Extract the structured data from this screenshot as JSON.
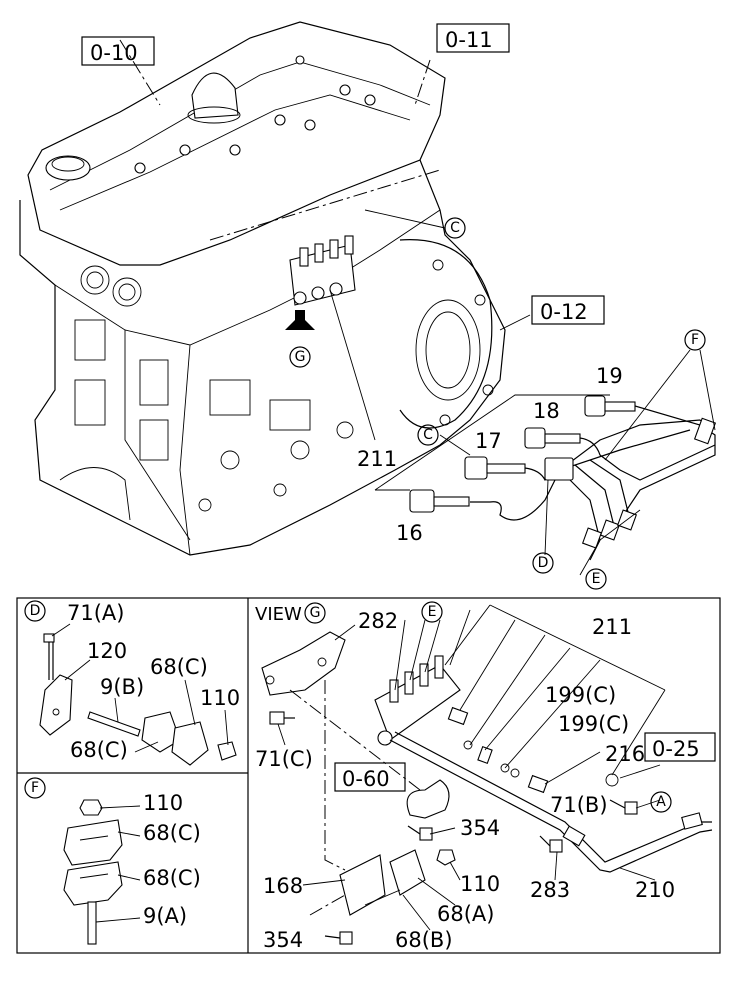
{
  "refs": {
    "r010": "0-10",
    "r011": "0-11",
    "r012": "0-12",
    "r025": "0-25",
    "r060": "0-60"
  },
  "circles": {
    "C": "C",
    "G": "G",
    "F": "F",
    "D": "D",
    "E": "E",
    "A": "A"
  },
  "upper": {
    "p19": "19",
    "p18": "18",
    "p17": "17",
    "p16": "16",
    "p211": "211"
  },
  "panelD": {
    "p71a": "71(A)",
    "p120": "120",
    "p9b": "9(B)",
    "p68c_top": "68(C)",
    "p110": "110",
    "p68c_bottom": "68(C)"
  },
  "panelF": {
    "p110": "110",
    "p68c_top": "68(C)",
    "p68c_bottom": "68(C)",
    "p9a": "9(A)"
  },
  "view": {
    "label": "VIEW",
    "p282": "282",
    "p211": "211",
    "p199c_1": "199(C)",
    "p199c_2": "199(C)",
    "p216": "216",
    "p71c": "71(C)",
    "p71b": "71(B)",
    "p354_a": "354",
    "p110": "110",
    "p283": "283",
    "p210": "210",
    "p168": "168",
    "p68a": "68(A)",
    "p68b": "68(B)",
    "p354_b": "354"
  }
}
